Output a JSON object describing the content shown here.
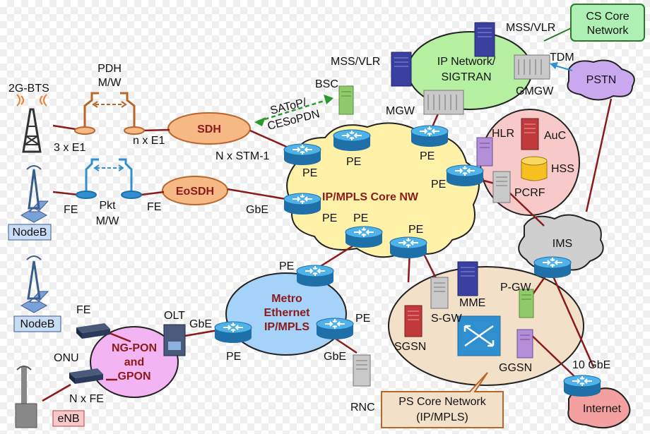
{
  "labels": {
    "cs_core_network": [
      "CS Core",
      "Network"
    ],
    "mss_vlr_top": "MSS/VLR",
    "mss_vlr_left": "MSS/VLR",
    "ip_network_sigtran": [
      "IP Network/",
      "SIGTRAN"
    ],
    "tdm": "TDM",
    "pstn": "PSTN",
    "gmgw": "GMGW",
    "mgw": "MGW",
    "bsc": "BSC",
    "pdh_mw": [
      "PDH",
      "M/W"
    ],
    "bts_2g": "2G-BTS",
    "three_x_e1": "3 x E1",
    "n_x_e1": "n x E1",
    "sdh": "SDH",
    "satop": [
      "SAToP/",
      "CESoPDN"
    ],
    "n_x_stm1": "N x STM-1",
    "pe": "PE",
    "hlr": "HLR",
    "auc": "AuC",
    "hss": "HSS",
    "pcrf": "PCRF",
    "ip_mpls_core": "IP/MPLS  Core NW",
    "eosdh": "EoSDH",
    "gbe": "GbE",
    "fe": "FE",
    "pkt_mw": [
      "Pkt",
      "M/W"
    ],
    "nodeb": "NodeB",
    "ims": "IMS",
    "metro": [
      "Metro",
      "Ethernet",
      "IP/MPLS"
    ],
    "olt": "OLT",
    "onu": "ONU",
    "ngpon": [
      "NG-PON",
      "and",
      "GPON"
    ],
    "n_x_fe": "N x FE",
    "enb": "eNB",
    "p_gw": "P-GW",
    "mme": "MME",
    "s_gw": "S-GW",
    "sgsn": "SGSN",
    "ggsn": "GGSN",
    "ten_gbe": "10 GbE",
    "internet": "Internet",
    "rnc": "RNC",
    "ps_core": [
      "PS Core Network",
      "(IP/MPLS)"
    ]
  },
  "colors": {
    "router": "#2f8fcf",
    "core_cloud": "#fff2a8",
    "ip_network": "#b4f0a0",
    "cs_box": "#aef0b4",
    "pstn": "#c9a8f0",
    "sdh": "#f6b884",
    "metro": "#a4d2f8",
    "ngpon": "#f2b4f2",
    "hlr_circle": "#f8c9c9",
    "ps_core": "#f2e0c8",
    "ims": "#cfcfcf",
    "internet": "#f5a0a0",
    "link": "#8b1a1a"
  }
}
